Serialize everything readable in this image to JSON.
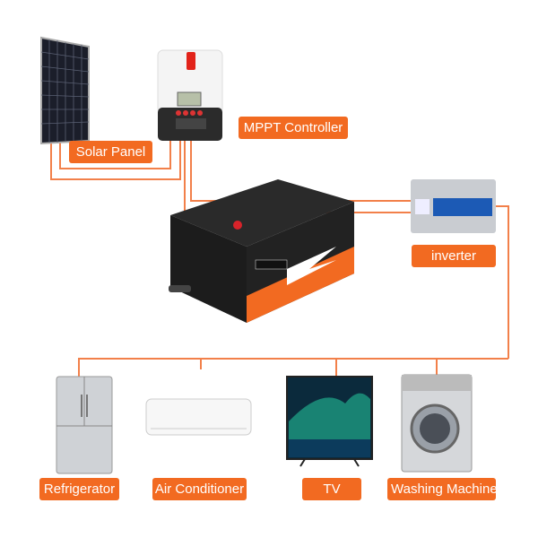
{
  "colors": {
    "accent": "#f26a21",
    "wire": "#f2804a"
  },
  "labels": {
    "solar_panel": "Solar Panel",
    "mppt_controller": "MPPT Controller",
    "inverter": "inverter",
    "refrigerator": "Refrigerator",
    "air_conditioner": "Air Conditioner",
    "tv": "TV",
    "washing_machine": "Washing Machine"
  }
}
